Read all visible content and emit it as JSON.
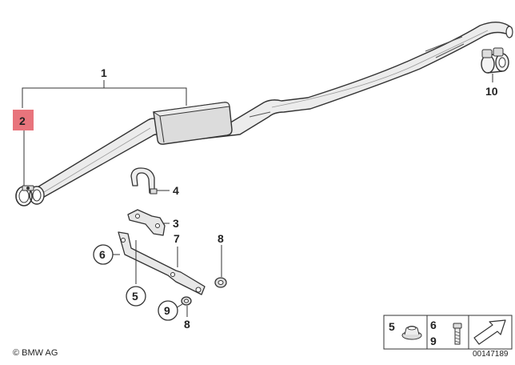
{
  "diagram": {
    "copyright": "© BMW AG",
    "diagram_id": "00147189",
    "highlighted_part": "2",
    "parts": [
      {
        "key": "p1",
        "number": "1",
        "style": "plain"
      },
      {
        "key": "p2",
        "number": "2",
        "style": "highlight"
      },
      {
        "key": "p3",
        "number": "3",
        "style": "plain"
      },
      {
        "key": "p4",
        "number": "4",
        "style": "plain"
      },
      {
        "key": "p5",
        "number": "5",
        "style": "circled"
      },
      {
        "key": "p6",
        "number": "6",
        "style": "circled"
      },
      {
        "key": "p7",
        "number": "7",
        "style": "plain"
      },
      {
        "key": "p8a",
        "number": "8",
        "style": "plain"
      },
      {
        "key": "p8b",
        "number": "8",
        "style": "plain"
      },
      {
        "key": "p9",
        "number": "9",
        "style": "circled"
      },
      {
        "key": "p10",
        "number": "10",
        "style": "plain"
      }
    ],
    "legend": {
      "items": [
        "5",
        "6",
        "9"
      ]
    },
    "colors": {
      "highlight": "#e8747c",
      "line": "#333333",
      "pipe_fill": "#e9e9e9",
      "muffler_fill": "#dcdcdc"
    }
  }
}
